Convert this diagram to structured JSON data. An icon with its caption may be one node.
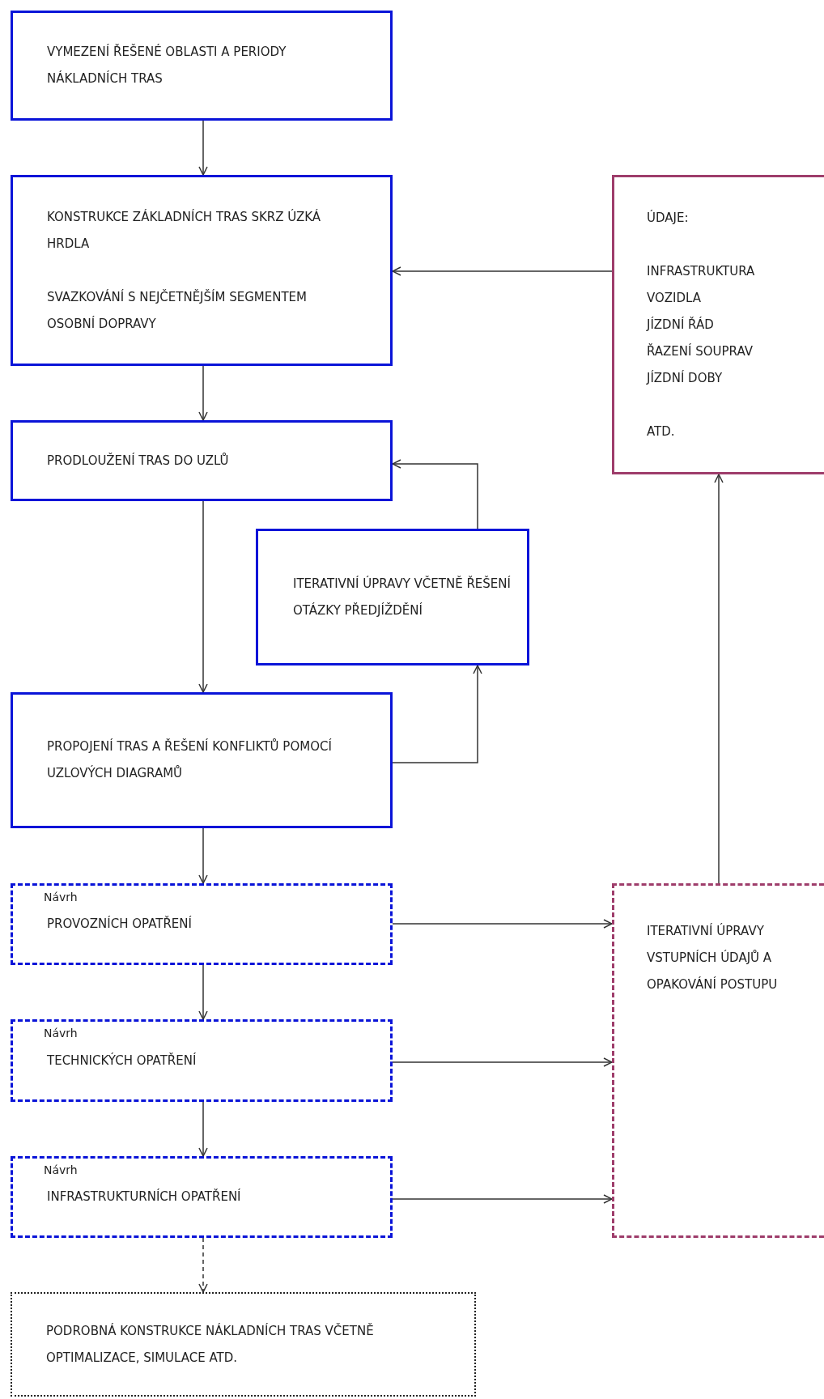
{
  "diagram": {
    "nodes": [
      {
        "text": [
          "VYMEZENÍ ŘEŠENÉ OBLASTI A PERIODY NÁKLADNÍCH TRAS"
        ]
      },
      {
        "text": [
          "KONSTRUKCE ZÁKLADNÍCH TRAS SKRZ ÚZKÁ HRDLA",
          "SVAZKOVÁNÍ S NEJČETNĚJŠÍM SEGMENTEM OSOBNÍ DOPRAVY"
        ]
      },
      {
        "text": [
          "ÚDAJE:",
          "INFRASTRUKTURA",
          "VOZIDLA",
          "JÍZDNÍ ŘÁD",
          "ŘAZENÍ SOUPRAV",
          "JÍZDNÍ DOBY",
          "ATD."
        ]
      },
      {
        "text": [
          "PRODLOUŽENÍ TRAS DO UZLŮ"
        ]
      },
      {
        "text": [
          "ITERATIVNÍ ÚPRAVY VČETNĚ ŘEŠENÍ OTÁZKY PŘEDJÍŽDĚNÍ"
        ]
      },
      {
        "text": [
          "PROPOJENÍ TRAS A ŘEŠENÍ KONFLIKTŮ POMOCÍ UZLOVÝCH DIAGRAMŮ"
        ]
      },
      {
        "text": [
          "Návrh",
          "PROVOZNÍCH OPATŘENÍ"
        ]
      },
      {
        "text": [
          "ITERATIVNÍ ÚPRAVY VSTUPNÍCH ÚDAJŮ A OPAKOVÁNÍ POSTUPU"
        ]
      },
      {
        "text": [
          "Návrh",
          "TECHNICKÝCH OPATŘENÍ"
        ]
      },
      {
        "text": [
          "Návrh",
          "INFRASTRUKTURNÍCH OPATŘENÍ"
        ]
      },
      {
        "text": [
          "PODROBNÁ KONSTRUKCE NÁKLADNÍCH TRAS VČETNĚ OPTIMALIZACE, SIMULACE ATD."
        ]
      }
    ],
    "edges": [
      {
        "from": 0,
        "to": 1,
        "arrow": "to"
      },
      {
        "from": 2,
        "to": 1,
        "arrow": "to"
      },
      {
        "from": 1,
        "to": 3,
        "arrow": "to"
      },
      {
        "from": 4,
        "to": 3,
        "arrow": "to"
      },
      {
        "from": 5,
        "to": 4,
        "arrow": "to"
      },
      {
        "from": 3,
        "to": 5,
        "arrow": "to"
      },
      {
        "from": 5,
        "to": 6,
        "arrow": "to"
      },
      {
        "from": 6,
        "to": 8,
        "arrow": "to"
      },
      {
        "from": 8,
        "to": 9,
        "arrow": "to"
      },
      {
        "from": 9,
        "to": 10,
        "arrow": "to",
        "style": "dashed"
      },
      {
        "from": 6,
        "to": 7,
        "arrow": "to"
      },
      {
        "from": 8,
        "to": 7,
        "arrow": "to"
      },
      {
        "from": 9,
        "to": 7,
        "arrow": "to"
      },
      {
        "from": 7,
        "to": 2,
        "arrow": "to"
      }
    ]
  }
}
